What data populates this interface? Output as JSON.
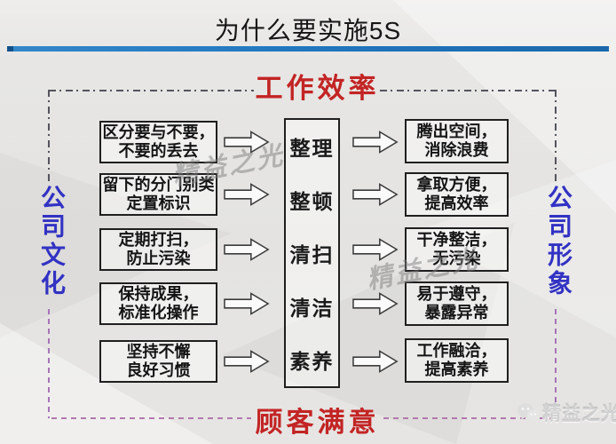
{
  "title": "为什么要实施5S",
  "frame": {
    "top_label": "工作效率",
    "bottom_label": "顾客满意",
    "left_label": "公司文化",
    "right_label": "公司形象"
  },
  "rows": [
    {
      "cause_line1": "区分要与不要，",
      "cause_line2": "不要的丢去",
      "step": "整理",
      "effect_line1": "腾出空间，",
      "effect_line2": "消除浪费"
    },
    {
      "cause_line1": "留下的分门别类",
      "cause_line2": "定置标识",
      "step": "整顿",
      "effect_line1": "拿取方便，",
      "effect_line2": "提高效率"
    },
    {
      "cause_line1": "定期打扫，",
      "cause_line2": "防止污染",
      "step": "清扫",
      "effect_line1": "干净整洁，",
      "effect_line2": "无污染"
    },
    {
      "cause_line1": "保持成果，",
      "cause_line2": "标准化操作",
      "step": "清洁",
      "effect_line1": "易于遵守，",
      "effect_line2": "暴露异常"
    },
    {
      "cause_line1": "坚持不懈",
      "cause_line2": "良好习惯",
      "step": "素养",
      "effect_line1": "工作融洽，",
      "effect_line2": "提高素养"
    }
  ],
  "watermarks": {
    "upper": "精益之光",
    "middle": "精益之光",
    "footer": "精益之光"
  },
  "colors": {
    "accent_red": "#c32424",
    "accent_blue_text": "#3232c4",
    "title_bar_blue": "#2278c0",
    "frame_dark": "#54545e",
    "frame_purple": "#a873b8"
  }
}
